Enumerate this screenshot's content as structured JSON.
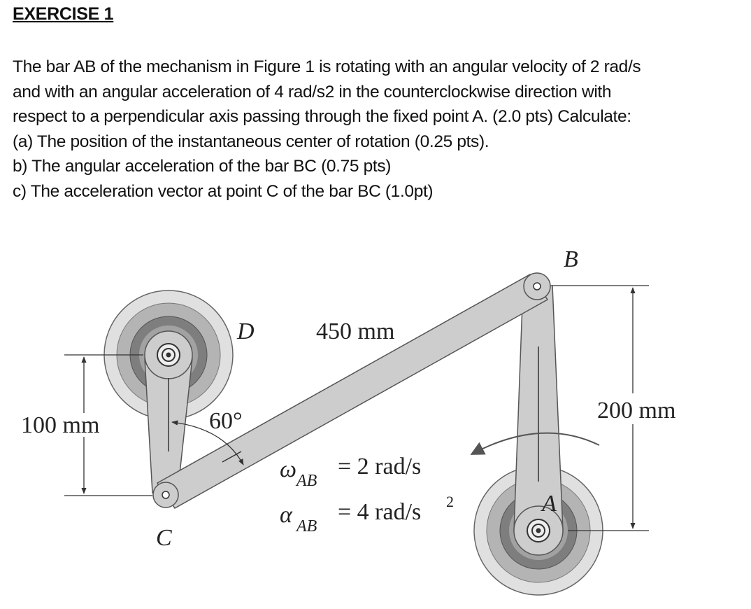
{
  "heading": "EXERCISE 1",
  "problem": {
    "lines": [
      "The bar AB of the mechanism in Figure 1 is rotating with an angular velocity of 2 rad/s",
      "and with an angular acceleration of 4 rad/s2 in the counterclockwise direction with",
      "respect to a perpendicular axis passing through the fixed point A. (2.0 pts) Calculate:",
      "(a) The position of the instantaneous center of rotation (0.25 pts).",
      "b) The angular acceleration of the bar BC (0.75 pts)",
      "c) The acceleration vector at point C of the bar BC (1.0pt)"
    ]
  },
  "figure": {
    "labels": {
      "point_b": "B",
      "point_d": "D",
      "point_c": "C",
      "point_a": "A",
      "length_bc": "450 mm",
      "height_left": "100 mm",
      "height_right": "200 mm",
      "angle": "60°"
    },
    "omega": {
      "symbol": "ω",
      "subscript": "AB",
      "value": "= 2 rad/s"
    },
    "alpha": {
      "symbol": "α",
      "subscript": "AB",
      "value": "= 4 rad/s",
      "superscript": "2"
    }
  }
}
